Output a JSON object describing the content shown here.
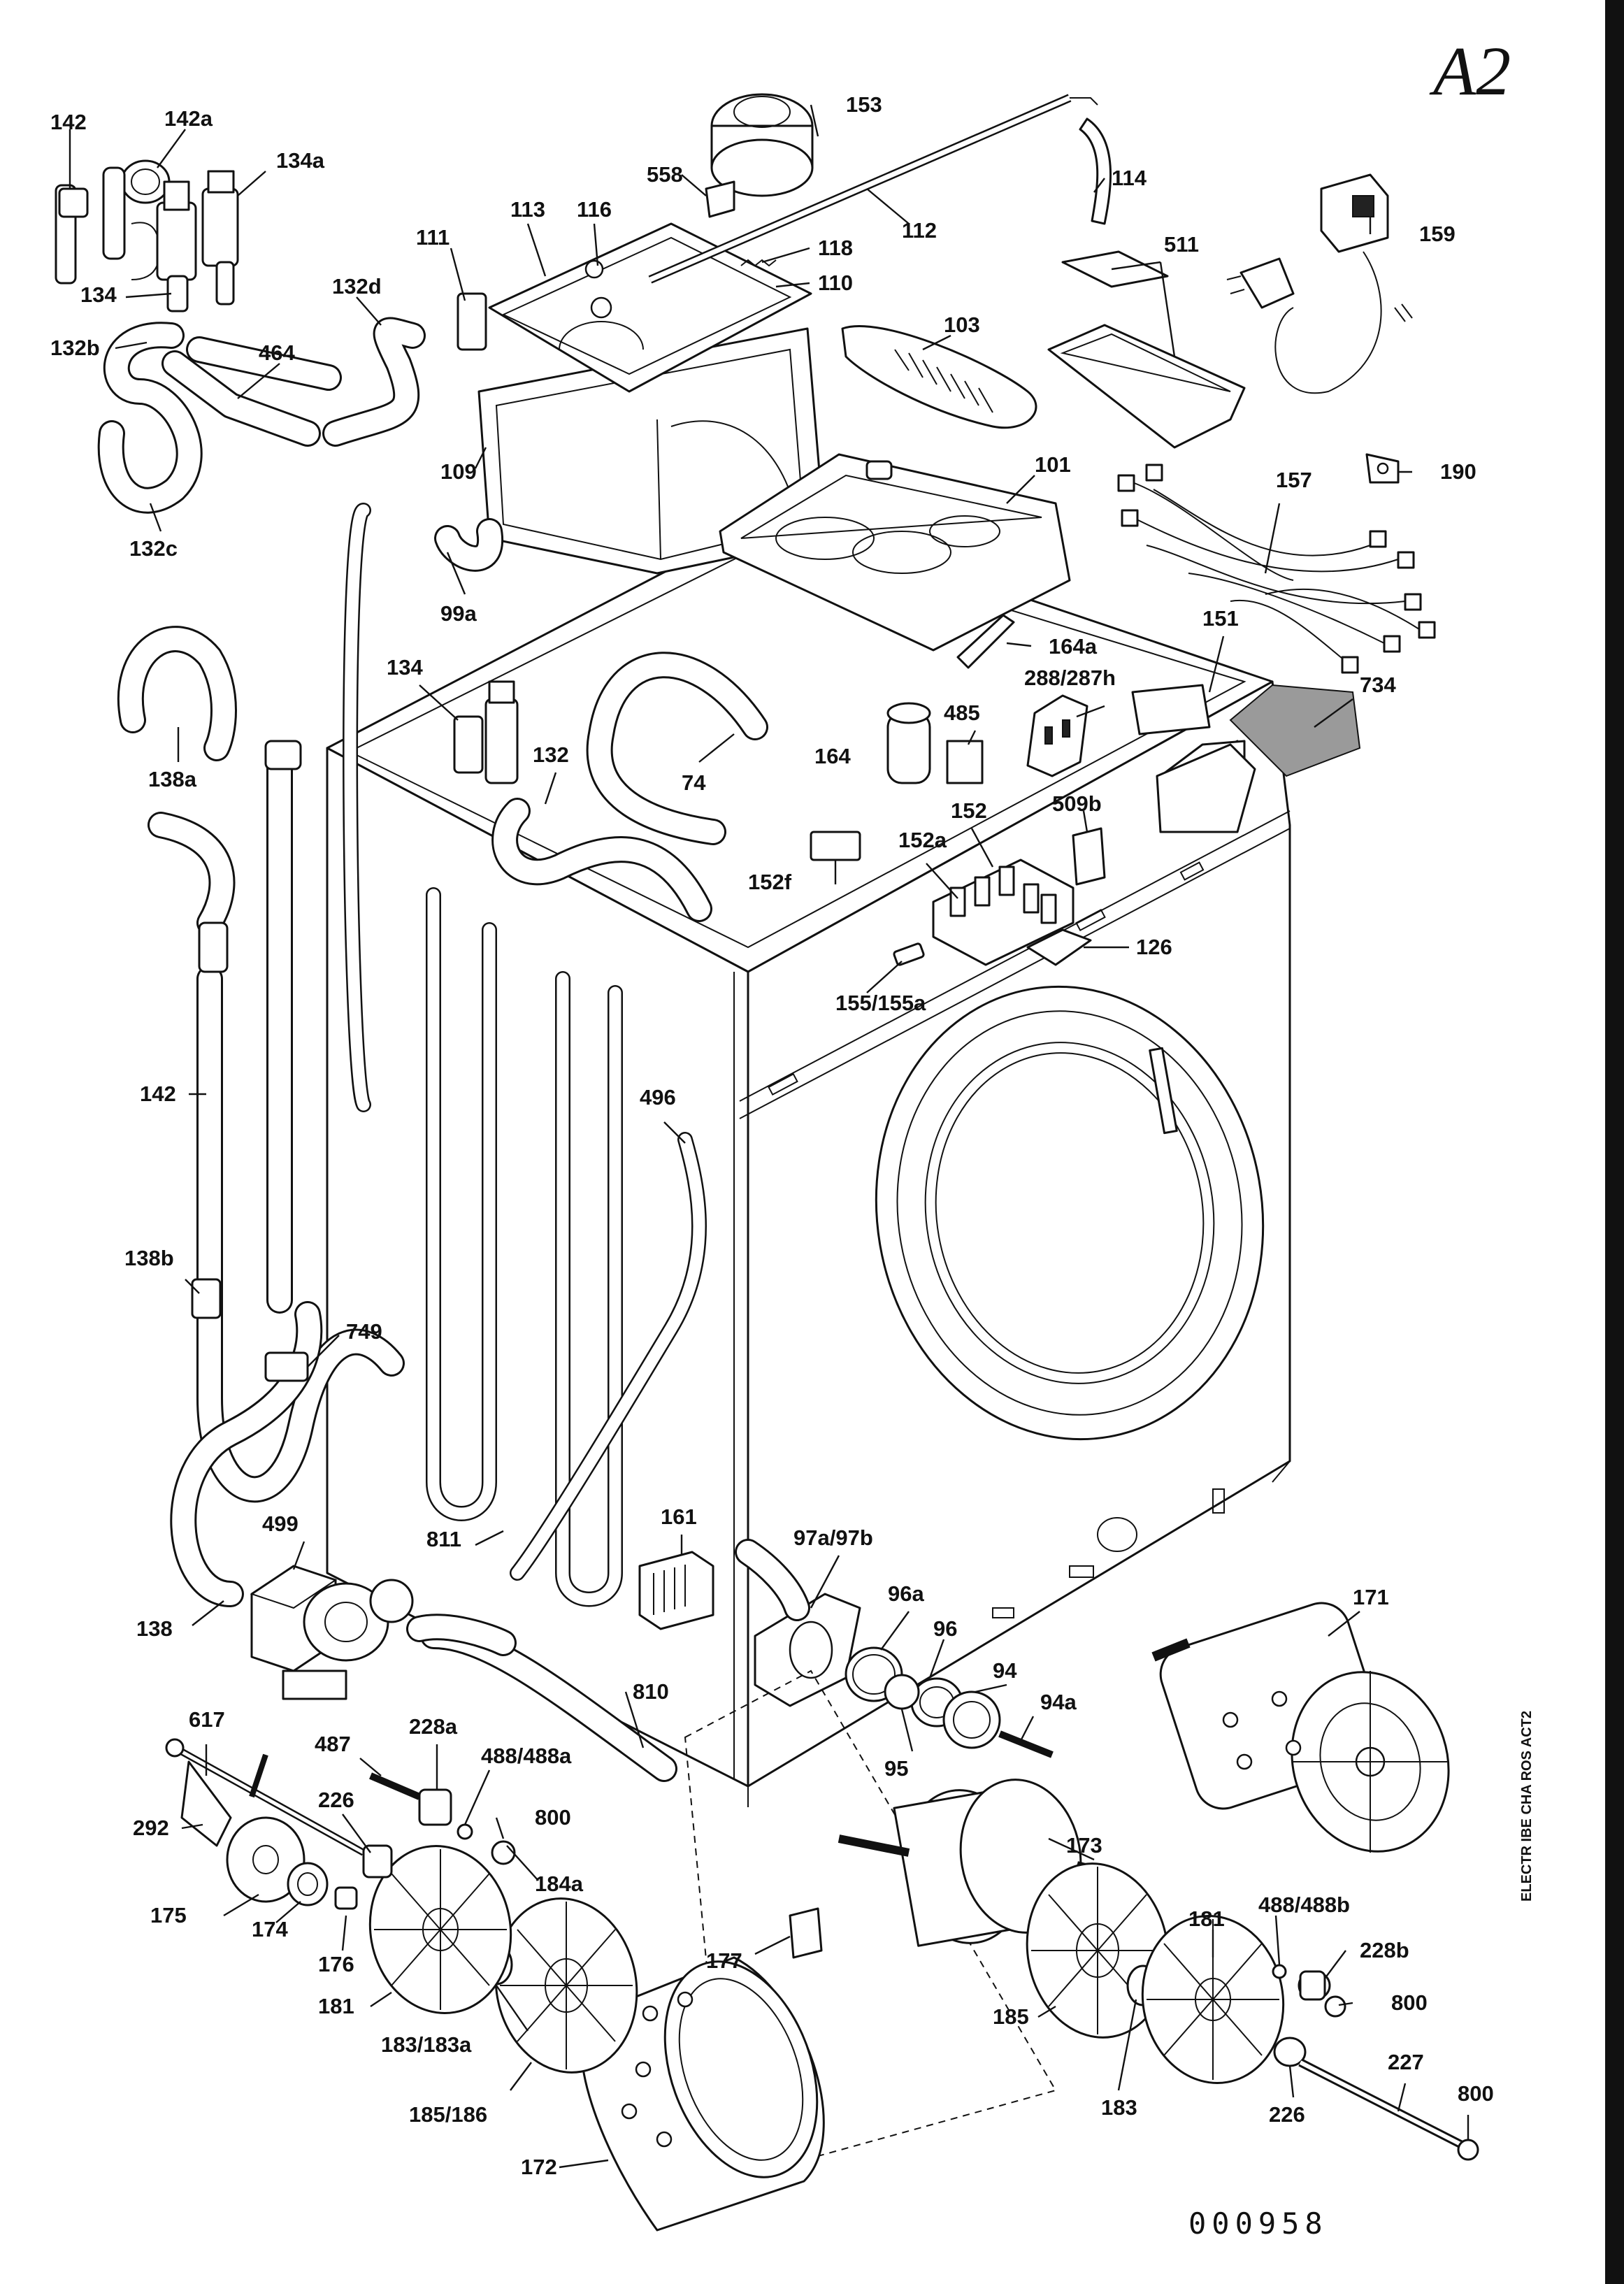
{
  "sheet": {
    "id": "A2",
    "vertical_note": "ELECTR IBE CHA ROS ACT2",
    "document_number": "000958"
  },
  "callouts": [
    {
      "ref": "142"
    },
    {
      "ref": "142a"
    },
    {
      "ref": "134a"
    },
    {
      "ref": "134"
    },
    {
      "ref": "132b"
    },
    {
      "ref": "464"
    },
    {
      "ref": "132d"
    },
    {
      "ref": "132c"
    },
    {
      "ref": "153"
    },
    {
      "ref": "558"
    },
    {
      "ref": "113"
    },
    {
      "ref": "116"
    },
    {
      "ref": "111"
    },
    {
      "ref": "118"
    },
    {
      "ref": "110"
    },
    {
      "ref": "112"
    },
    {
      "ref": "114"
    },
    {
      "ref": "159"
    },
    {
      "ref": "511"
    },
    {
      "ref": "103"
    },
    {
      "ref": "109"
    },
    {
      "ref": "101"
    },
    {
      "ref": "99a"
    },
    {
      "ref": "157"
    },
    {
      "ref": "190"
    },
    {
      "ref": "138a"
    },
    {
      "ref": "134"
    },
    {
      "ref": "132"
    },
    {
      "ref": "74"
    },
    {
      "ref": "164a"
    },
    {
      "ref": "151"
    },
    {
      "ref": "734"
    },
    {
      "ref": "288/287h"
    },
    {
      "ref": "485"
    },
    {
      "ref": "164"
    },
    {
      "ref": "152"
    },
    {
      "ref": "509b"
    },
    {
      "ref": "152a"
    },
    {
      "ref": "152f"
    },
    {
      "ref": "126"
    },
    {
      "ref": "155/155a"
    },
    {
      "ref": "142"
    },
    {
      "ref": "496"
    },
    {
      "ref": "138b"
    },
    {
      "ref": "749"
    },
    {
      "ref": "499"
    },
    {
      "ref": "811"
    },
    {
      "ref": "161"
    },
    {
      "ref": "97a/97b"
    },
    {
      "ref": "171"
    },
    {
      "ref": "96a"
    },
    {
      "ref": "96"
    },
    {
      "ref": "138"
    },
    {
      "ref": "94"
    },
    {
      "ref": "94a"
    },
    {
      "ref": "810"
    },
    {
      "ref": "95"
    },
    {
      "ref": "617"
    },
    {
      "ref": "487"
    },
    {
      "ref": "228a"
    },
    {
      "ref": "488/488a"
    },
    {
      "ref": "226"
    },
    {
      "ref": "292"
    },
    {
      "ref": "800"
    },
    {
      "ref": "184a"
    },
    {
      "ref": "173"
    },
    {
      "ref": "175"
    },
    {
      "ref": "174"
    },
    {
      "ref": "176"
    },
    {
      "ref": "181"
    },
    {
      "ref": "177"
    },
    {
      "ref": "488/488b"
    },
    {
      "ref": "181"
    },
    {
      "ref": "228b"
    },
    {
      "ref": "183/183a"
    },
    {
      "ref": "185"
    },
    {
      "ref": "800"
    },
    {
      "ref": "185/186"
    },
    {
      "ref": "227"
    },
    {
      "ref": "183"
    },
    {
      "ref": "226"
    },
    {
      "ref": "172"
    },
    {
      "ref": "800"
    }
  ]
}
